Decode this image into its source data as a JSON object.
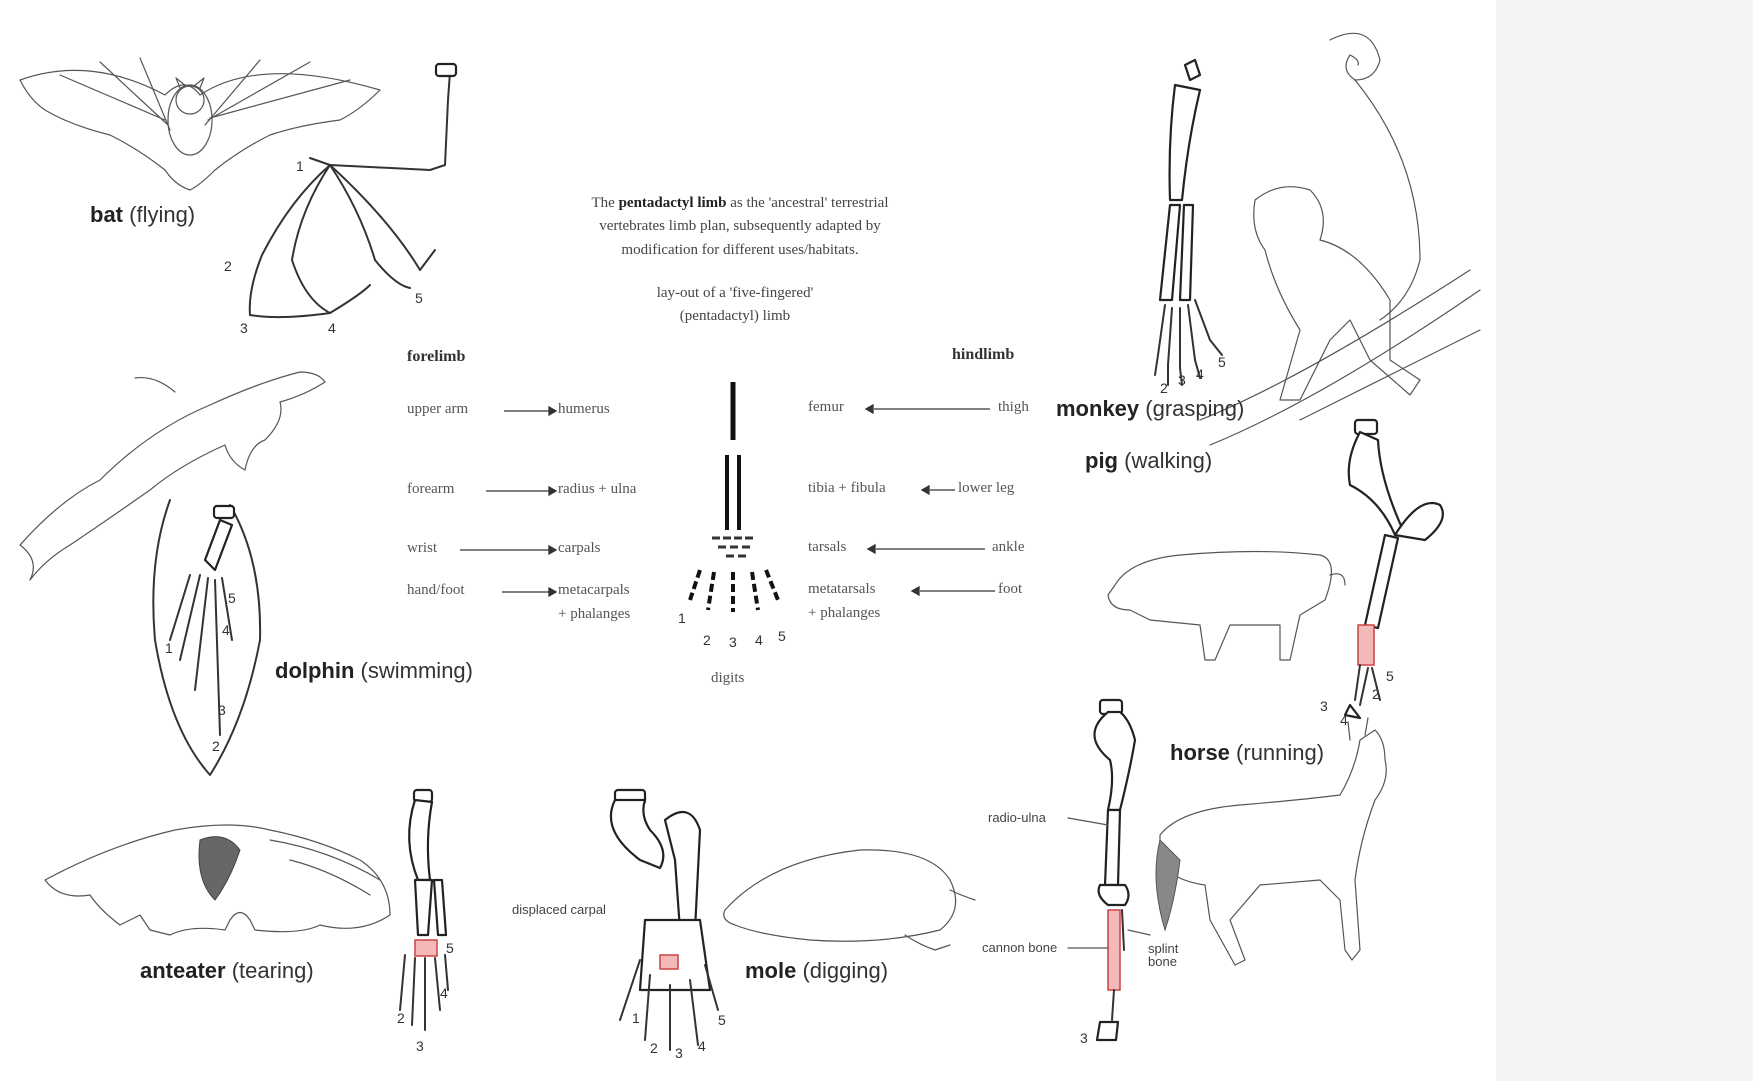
{
  "title": {
    "pre": "The ",
    "bold": "pentadactyl limb",
    "post_line1": " as the 'ancestral' terrestrial",
    "line2": "vertebrates limb plan, subsequently adapted by",
    "line3": "modification for different uses/habitats."
  },
  "layout_caption": {
    "line1": "lay-out of a 'five-fingered'",
    "line2": "(pentadactyl) limb"
  },
  "forelimb": {
    "heading": "forelimb",
    "rows": [
      {
        "part": "upper arm",
        "bone": "humerus"
      },
      {
        "part": "forearm",
        "bone": "radius + ulna"
      },
      {
        "part": "wrist",
        "bone": "carpals"
      },
      {
        "part": "hand/foot",
        "bone": "metacarpals",
        "bone2": "+ phalanges"
      }
    ]
  },
  "hindlimb": {
    "heading": "hindlimb",
    "rows": [
      {
        "part": "thigh",
        "bone": "femur"
      },
      {
        "part": "lower leg",
        "bone": "tibia + fibula"
      },
      {
        "part": "ankle",
        "bone": "tarsals"
      },
      {
        "part": "foot",
        "bone": "metatarsals",
        "bone2": "+ phalanges"
      }
    ]
  },
  "digits_caption": "digits",
  "digit_numbers": [
    "1",
    "2",
    "3",
    "4",
    "5"
  ],
  "animals": {
    "bat": {
      "name": "bat",
      "use": "(flying)"
    },
    "dolphin": {
      "name": "dolphin",
      "use": "(swimming)"
    },
    "anteater": {
      "name": "anteater",
      "use": "(tearing)"
    },
    "mole": {
      "name": "mole",
      "use": "(digging)"
    },
    "monkey": {
      "name": "monkey",
      "use": "(grasping)"
    },
    "pig": {
      "name": "pig",
      "use": "(walking)"
    },
    "horse": {
      "name": "horse",
      "use": "(running)"
    }
  },
  "bone_notes": {
    "displaced_carpal": "displaced carpal",
    "radio_ulna": "radio-ulna",
    "cannon_bone": "cannon bone",
    "splint_bone_1": "splint",
    "splint_bone_2": "bone"
  },
  "colors": {
    "highlight": "#f3b8b8",
    "ink": "#222222"
  }
}
